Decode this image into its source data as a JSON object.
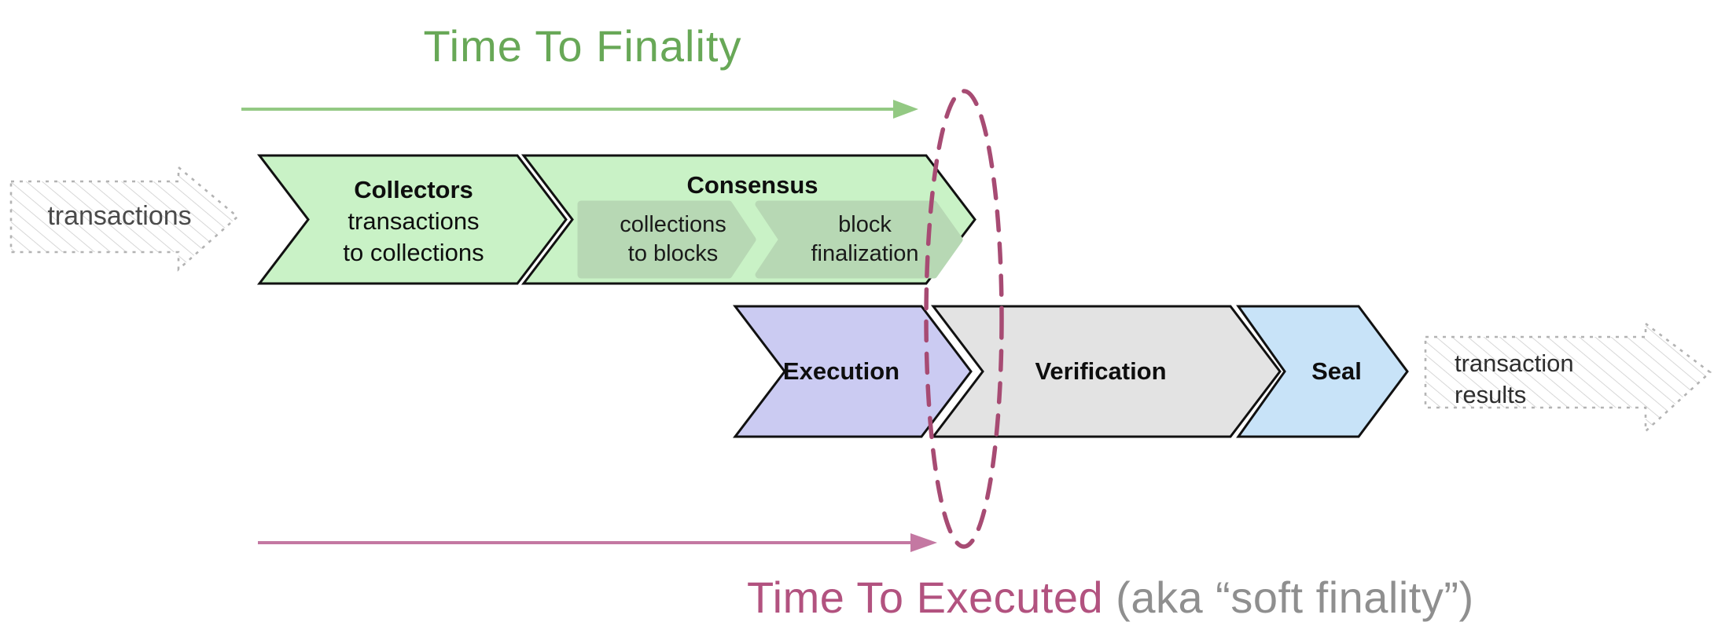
{
  "colors": {
    "title_green": "#68a857",
    "arrow_green": "#93c983",
    "chevron_green": "#c9f2c6",
    "chevron_sub_green": "#b7d8b4",
    "chevron_purple": "#cbcbf2",
    "chevron_gray": "#e3e3e3",
    "chevron_blue": "#c8e3f8",
    "outline_black": "#111111",
    "ellipse_rose": "#a74b73",
    "arrow_pink": "#c478a2",
    "executed_rose": "#b2527f",
    "soft_finality_gray": "#8f8f8f",
    "hatch_border_gray": "#b3b3b3"
  },
  "timeline_top": {
    "label": "Time To Finality"
  },
  "timeline_bottom": {
    "label": "Time To Executed",
    "suffix": "(aka “soft finality”)"
  },
  "input_arrow": {
    "label": "transactions"
  },
  "output_arrow": {
    "line1": "transaction",
    "line2": "results"
  },
  "stages": {
    "collectors": {
      "title": "Collectors",
      "line1": "transactions",
      "line2": "to collections"
    },
    "consensus": {
      "title": "Consensus",
      "sub1": {
        "line1": "collections",
        "line2": "to blocks"
      },
      "sub2": {
        "line1": "block",
        "line2": "finalization"
      }
    },
    "execution": {
      "title": "Execution"
    },
    "verification": {
      "title": "Verification"
    },
    "seal": {
      "title": "Seal"
    }
  }
}
